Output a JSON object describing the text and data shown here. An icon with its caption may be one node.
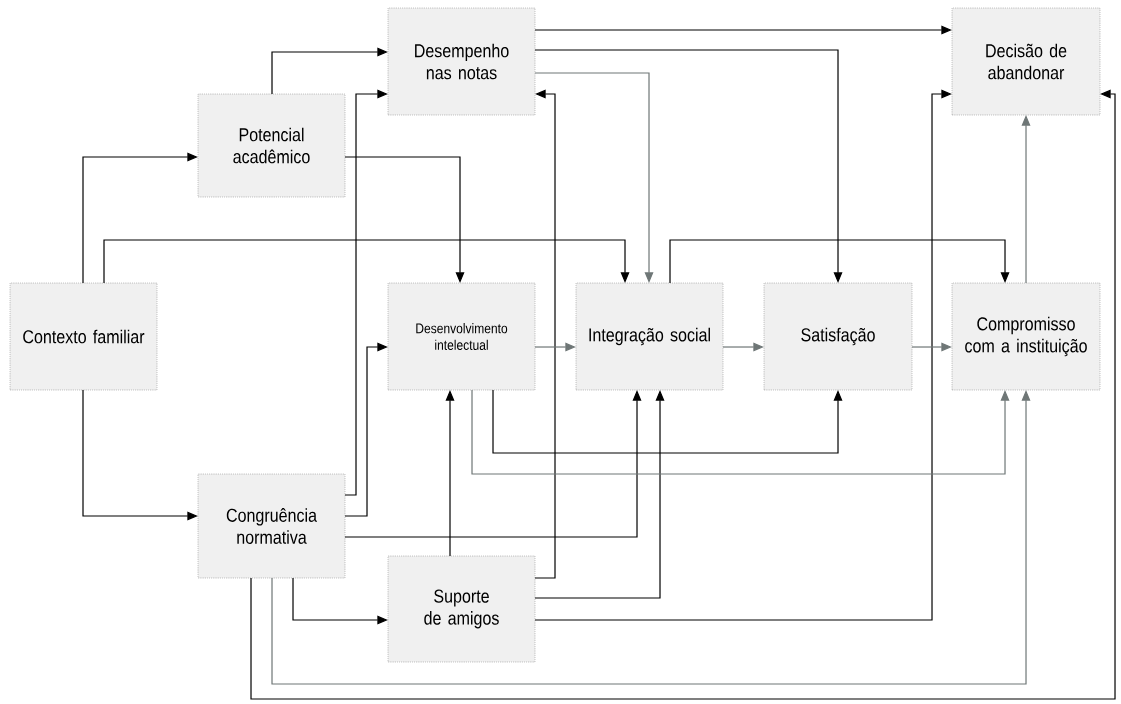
{
  "diagram": {
    "nodes": [
      {
        "text": [
          "Desempenho nas notas"
        ]
      },
      {
        "text": [
          "Decisão de abandonar"
        ]
      },
      {
        "text": [
          "Potencial acadêmico"
        ]
      },
      {
        "text": [
          "Contexto familiar"
        ]
      },
      {
        "text": [
          "Desenvolvimento intelectual"
        ]
      },
      {
        "text": [
          "Integração social"
        ]
      },
      {
        "text": [
          "Satisfação"
        ]
      },
      {
        "text": [
          "Compromisso com a instituição"
        ]
      },
      {
        "text": [
          "Congruência normativa"
        ]
      },
      {
        "text": [
          "Suporte de amigos"
        ]
      }
    ],
    "edges": [
      {
        "from": 2,
        "to": 0,
        "arrow": "to"
      },
      {
        "from": 2,
        "to": 4,
        "arrow": "to"
      },
      {
        "from": 3,
        "to": 2,
        "arrow": "to"
      },
      {
        "from": 3,
        "to": 5,
        "arrow": "to"
      },
      {
        "from": 3,
        "to": 8,
        "arrow": "to"
      },
      {
        "from": 0,
        "to": 1,
        "arrow": "to"
      },
      {
        "from": 0,
        "to": 6,
        "arrow": "to"
      },
      {
        "from": 0,
        "to": 5,
        "arrow": "to",
        "color": "#6e7676"
      },
      {
        "from": 8,
        "to": 0,
        "arrow": "to"
      },
      {
        "from": 8,
        "to": 4,
        "arrow": "to"
      },
      {
        "from": 8,
        "to": 5,
        "arrow": "to"
      },
      {
        "from": 8,
        "to": 9,
        "arrow": "to"
      },
      {
        "from": 8,
        "to": 7,
        "arrow": "to",
        "color": "#6e7676"
      },
      {
        "from": 8,
        "to": 1,
        "arrow": "to"
      },
      {
        "from": 9,
        "to": 4,
        "arrow": "to"
      },
      {
        "from": 9,
        "to": 0,
        "arrow": "to"
      },
      {
        "from": 9,
        "to": 5,
        "arrow": "to"
      },
      {
        "from": 9,
        "to": 1,
        "arrow": "to"
      },
      {
        "from": 4,
        "to": 5,
        "arrow": "to",
        "color": "#6e7676"
      },
      {
        "from": 4,
        "to": 6,
        "arrow": "to"
      },
      {
        "from": 4,
        "to": 7,
        "arrow": "to",
        "color": "#6e7676"
      },
      {
        "from": 5,
        "to": 6,
        "arrow": "to",
        "color": "#6e7676"
      },
      {
        "from": 5,
        "to": 7,
        "arrow": "to"
      },
      {
        "from": 6,
        "to": 7,
        "arrow": "to",
        "color": "#6e7676"
      },
      {
        "from": 7,
        "to": 1,
        "arrow": "to",
        "color": "#6e7676"
      }
    ]
  }
}
